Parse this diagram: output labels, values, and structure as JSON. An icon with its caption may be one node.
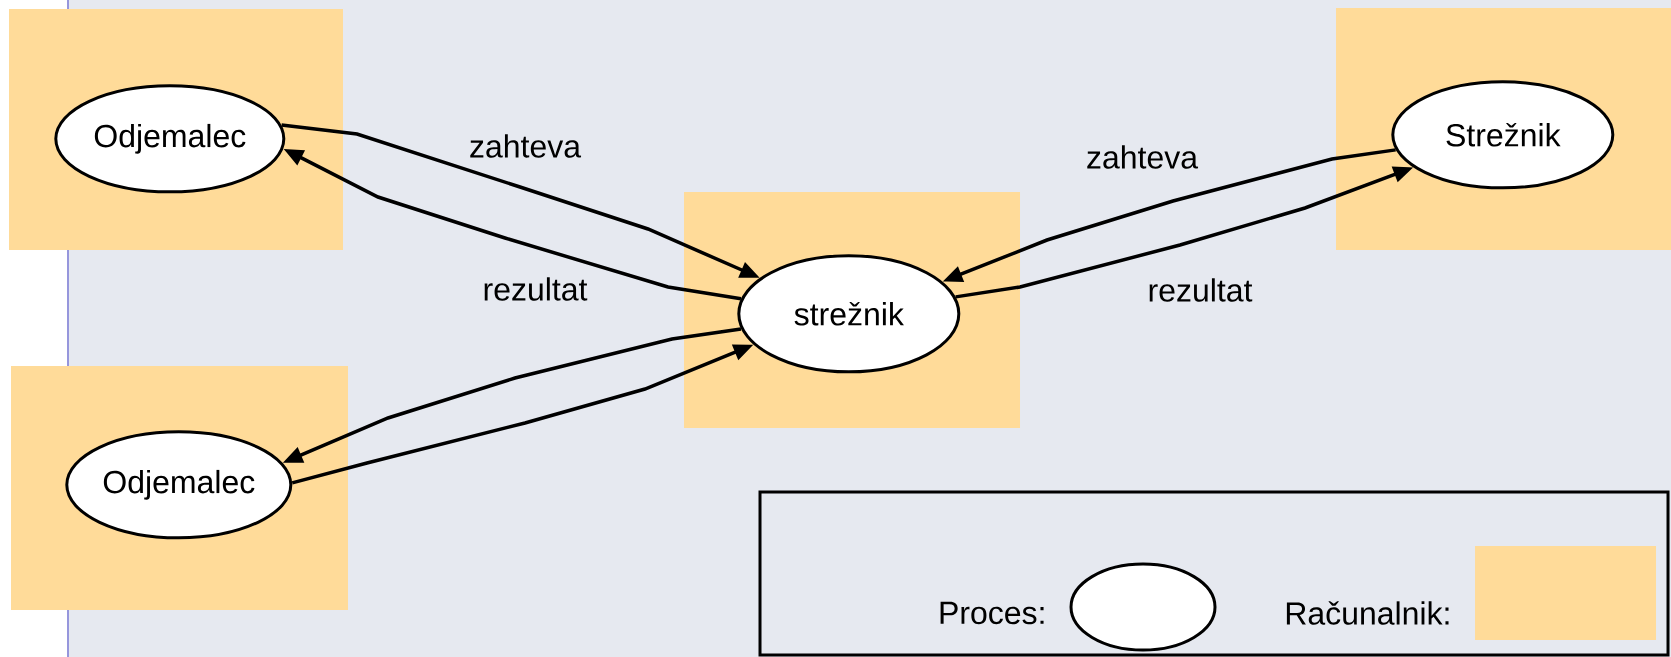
{
  "diagram": {
    "nodes": [
      {
        "text": [],
        "shape": "box"
      },
      {
        "text": [
          "Odjemalec"
        ],
        "in": 0
      },
      {
        "text": [],
        "shape": "box"
      },
      {
        "text": [
          "Odjemalec"
        ],
        "in": 2
      },
      {
        "text": [],
        "shape": "box"
      },
      {
        "text": [
          "strežnik"
        ],
        "in": 4
      },
      {
        "text": [],
        "shape": "box"
      },
      {
        "text": [
          "Strežnik"
        ],
        "in": 6
      }
    ],
    "edges": [
      {
        "from": 1,
        "to": 5,
        "arrow": "to",
        "label": "zahteva"
      },
      {
        "from": 5,
        "to": 1,
        "arrow": "to",
        "label": "rezultat"
      },
      {
        "from": 5,
        "to": 3,
        "arrow": "to"
      },
      {
        "from": 3,
        "to": 5,
        "arrow": "to"
      },
      {
        "from": 7,
        "to": 5,
        "arrow": "to",
        "label": "zahteva"
      },
      {
        "from": 5,
        "to": 7,
        "arrow": "to",
        "label": "rezultat"
      }
    ],
    "legend": [
      {
        "text": "Proces:"
      },
      {
        "text": "Računalnik:",
        "color": "#ffdb99"
      }
    ]
  }
}
